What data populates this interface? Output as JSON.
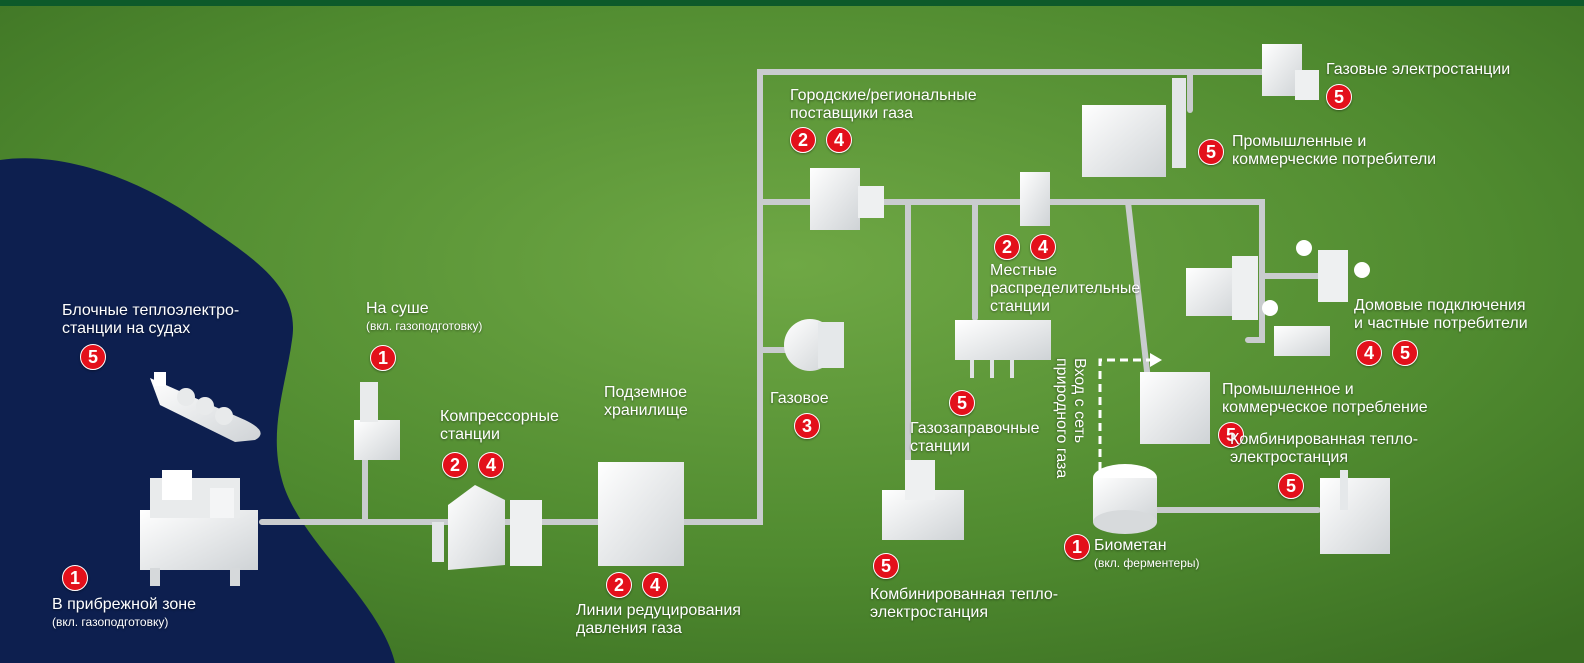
{
  "colors": {
    "grass": "#4f8a2f",
    "sea": "#0d1f4f",
    "badge": "#e3101b",
    "header": "#0d5a2a"
  },
  "labels": {
    "offshore": {
      "title": "В прибрежной зоне",
      "sub": "(вкл. газоподготовку)",
      "badges": [
        "1"
      ]
    },
    "ship_chp": {
      "title_lines": [
        "Блочные теплоэлектро-",
        "станции на судах"
      ],
      "badges": [
        "5"
      ]
    },
    "onshore": {
      "title": "На суше",
      "sub": "(вкл. газоподготовку)",
      "badges": [
        "1"
      ]
    },
    "compressor": {
      "title_lines": [
        "Компрессорные",
        "станции"
      ],
      "badges": [
        "2",
        "4"
      ]
    },
    "underground_storage": {
      "title_lines": [
        "Подземное",
        "хранилище"
      ]
    },
    "pressure_reduction": {
      "title_lines": [
        "Линии редуцирования",
        "давления газа"
      ],
      "badges": [
        "2",
        "4"
      ]
    },
    "gas_tank": {
      "title": "Газовое",
      "badges": [
        "3"
      ]
    },
    "city_suppliers": {
      "title_lines": [
        "Городские/региональные",
        "поставщики газа"
      ],
      "badges": [
        "2",
        "4"
      ]
    },
    "local_distribution": {
      "title_lines": [
        "Местные",
        "распределительные",
        "станции"
      ],
      "badges": [
        "2",
        "4"
      ]
    },
    "filling_stations": {
      "title_lines": [
        "Газозаправочные",
        "станции"
      ],
      "badges": [
        "5"
      ]
    },
    "chp_bottom": {
      "title_lines": [
        "Комбинированная тепло-",
        "электростанция"
      ],
      "badges": [
        "5"
      ]
    },
    "grid_entry": {
      "title_lines": [
        "Вход с сеть",
        "природного газа"
      ]
    },
    "biomethane": {
      "title": "Биометан",
      "sub": "(вкл. ферментеры)",
      "badges": [
        "1"
      ]
    },
    "gas_power_plants": {
      "title": "Газовые электростанции",
      "badges": [
        "5"
      ]
    },
    "industrial_consumers": {
      "title_lines": [
        "Промышленные и",
        "коммерческие потребители"
      ],
      "badges": [
        "5"
      ]
    },
    "households": {
      "title_lines": [
        "Домовые подключения",
        "и частные потребители"
      ],
      "badges": [
        "4",
        "5"
      ]
    },
    "industrial_consumption": {
      "title_lines": [
        "Промышленное и",
        "коммерческое потребление"
      ]
    },
    "chp_right": {
      "title_lines": [
        "Комбинированная тепло-",
        "электростанция"
      ],
      "badges": [
        "5",
        "5"
      ]
    }
  }
}
